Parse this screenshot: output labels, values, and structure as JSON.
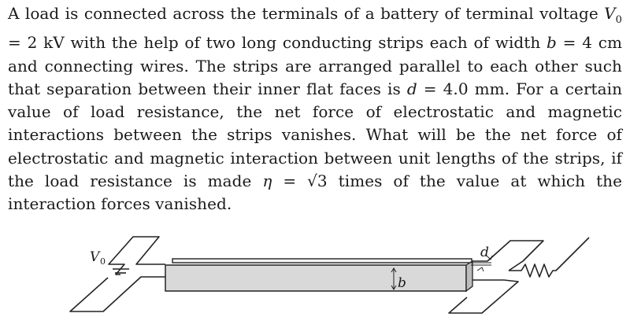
{
  "problem": {
    "p1": "A load is connected across the terminals of a battery of terminal voltage ",
    "v_symbol": "V",
    "v_sub": "0",
    "p2": " = 2 kV with the help of two long conducting strips each of width ",
    "b_symbol": "b",
    "p3": " = 4 cm and connecting wires. The strips are arranged parallel to each other such that separation between their inner flat faces is ",
    "d_symbol": "d",
    "p4": " = 4.0 mm. For a certain value of load resistance, the net force of electrostatic and magnetic interactions between the strips vanishes. What will be the net force of electrostatic and magnetic interaction between unit lengths of the strips, if the load resistance is made ",
    "eta_symbol": "η",
    "p5": " = √3 times of the value at which the interaction forces vanished."
  },
  "figure": {
    "battery_label": "V",
    "battery_label_sub": "0",
    "width_label": "b",
    "gap_label": "d"
  }
}
